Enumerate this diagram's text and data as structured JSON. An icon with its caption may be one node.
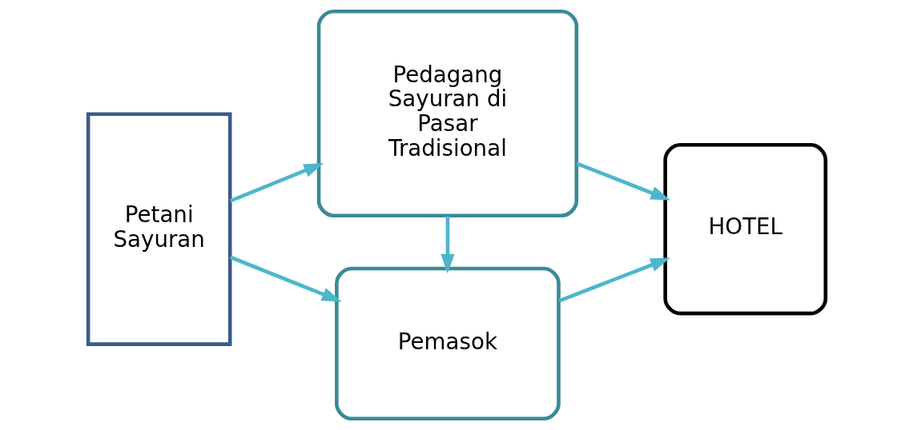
{
  "diagram": {
    "nodes": [
      {
        "text": [
          "Petani Sayuran"
        ]
      },
      {
        "text": [
          "Pemasok"
        ]
      },
      {
        "text": [
          "Pedagang Sayuran di Pasar Tradisional"
        ]
      },
      {
        "text": [
          "HOTEL"
        ]
      }
    ],
    "edges": [
      {
        "from": 0,
        "to": 1,
        "arrow": "to"
      },
      {
        "from": 0,
        "to": 2,
        "arrow": "to"
      },
      {
        "from": 2,
        "to": 1,
        "arrow": "to"
      },
      {
        "from": 1,
        "to": 3,
        "arrow": "to"
      },
      {
        "from": 2,
        "to": 3,
        "arrow": "to"
      }
    ]
  }
}
